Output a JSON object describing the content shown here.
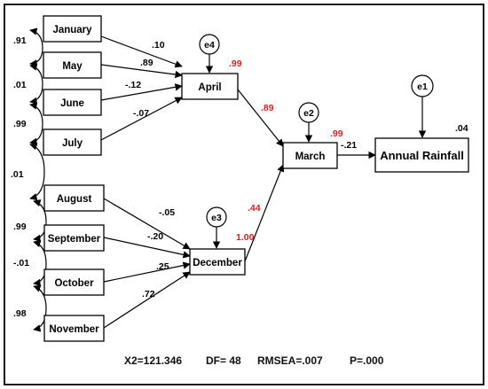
{
  "variables": {
    "january": "January",
    "may": "May",
    "june": "June",
    "july": "July",
    "august": "August",
    "september": "September",
    "october": "October",
    "november": "November",
    "april": "April",
    "december": "December",
    "march": "March",
    "annual_rainfall": "Annual Rainfall"
  },
  "errors": {
    "e1": "e1",
    "e2": "e2",
    "e3": "e3",
    "e4": "e4"
  },
  "coefficients": {
    "january_april": ".10",
    "may_april": ".89",
    "june_april": "-.12",
    "july_april": "-.07",
    "august_december": "-.05",
    "september_december": "-.20",
    "october_december": ".25",
    "november_december": ".72",
    "april_march": ".89",
    "december_march": ".44",
    "march_rainfall": "-.21"
  },
  "r_squared": {
    "april": ".99",
    "march": ".99",
    "december": "1.00",
    "annual_rainfall": ".04"
  },
  "correlations": {
    "january_may": ".91",
    "may_june": ".01",
    "june_july": ".99",
    "july_august": ".01",
    "august_september": ".99",
    "september_october": "-.01",
    "october_november": ".98"
  },
  "fit_stats": {
    "chi_square": "X2=121.346",
    "df": "DF= 48",
    "rmsea": "RMSEA=.007",
    "p": "P=.000"
  },
  "colors": {
    "highlight": "#cc2222",
    "border": "#000000"
  }
}
